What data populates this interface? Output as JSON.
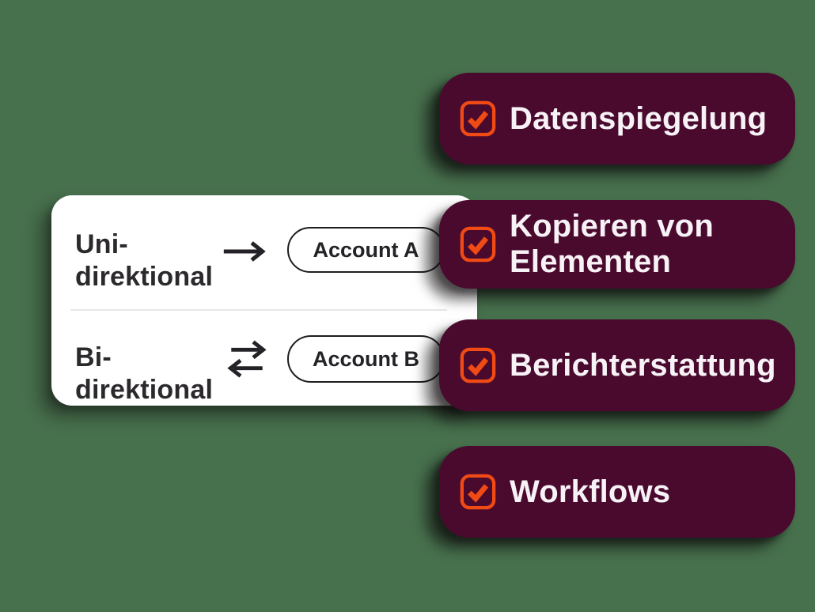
{
  "page": {
    "background_color": "#47704D"
  },
  "sync_card": {
    "rows": [
      {
        "label_line1": "Uni-",
        "label_line2": "direktional",
        "arrow_icon": "arrow-right-icon",
        "account_label": "Account A"
      },
      {
        "label_line1": "Bi-",
        "label_line2": "direktional",
        "arrow_icon": "swap-arrows-icon",
        "account_label": "Account B"
      }
    ]
  },
  "feature_list": {
    "checkbox_icon": "checkbox-checked-icon",
    "items": [
      {
        "line1": "Datenspiegelung"
      },
      {
        "line1": "Kopieren von",
        "line2": "Elementen"
      },
      {
        "line1": "Berichterstattung"
      },
      {
        "line1": "Workflows"
      }
    ]
  },
  "colors": {
    "background_green": "#47704D",
    "pill_plum": "#4A0A2E",
    "accent_orange": "#F04A15",
    "pill_text": "#F7F2F6",
    "card_background": "#FFFFFF",
    "card_text": "#2B292C",
    "chip_border": "#1E1D20",
    "divider": "#E8E6E7"
  }
}
